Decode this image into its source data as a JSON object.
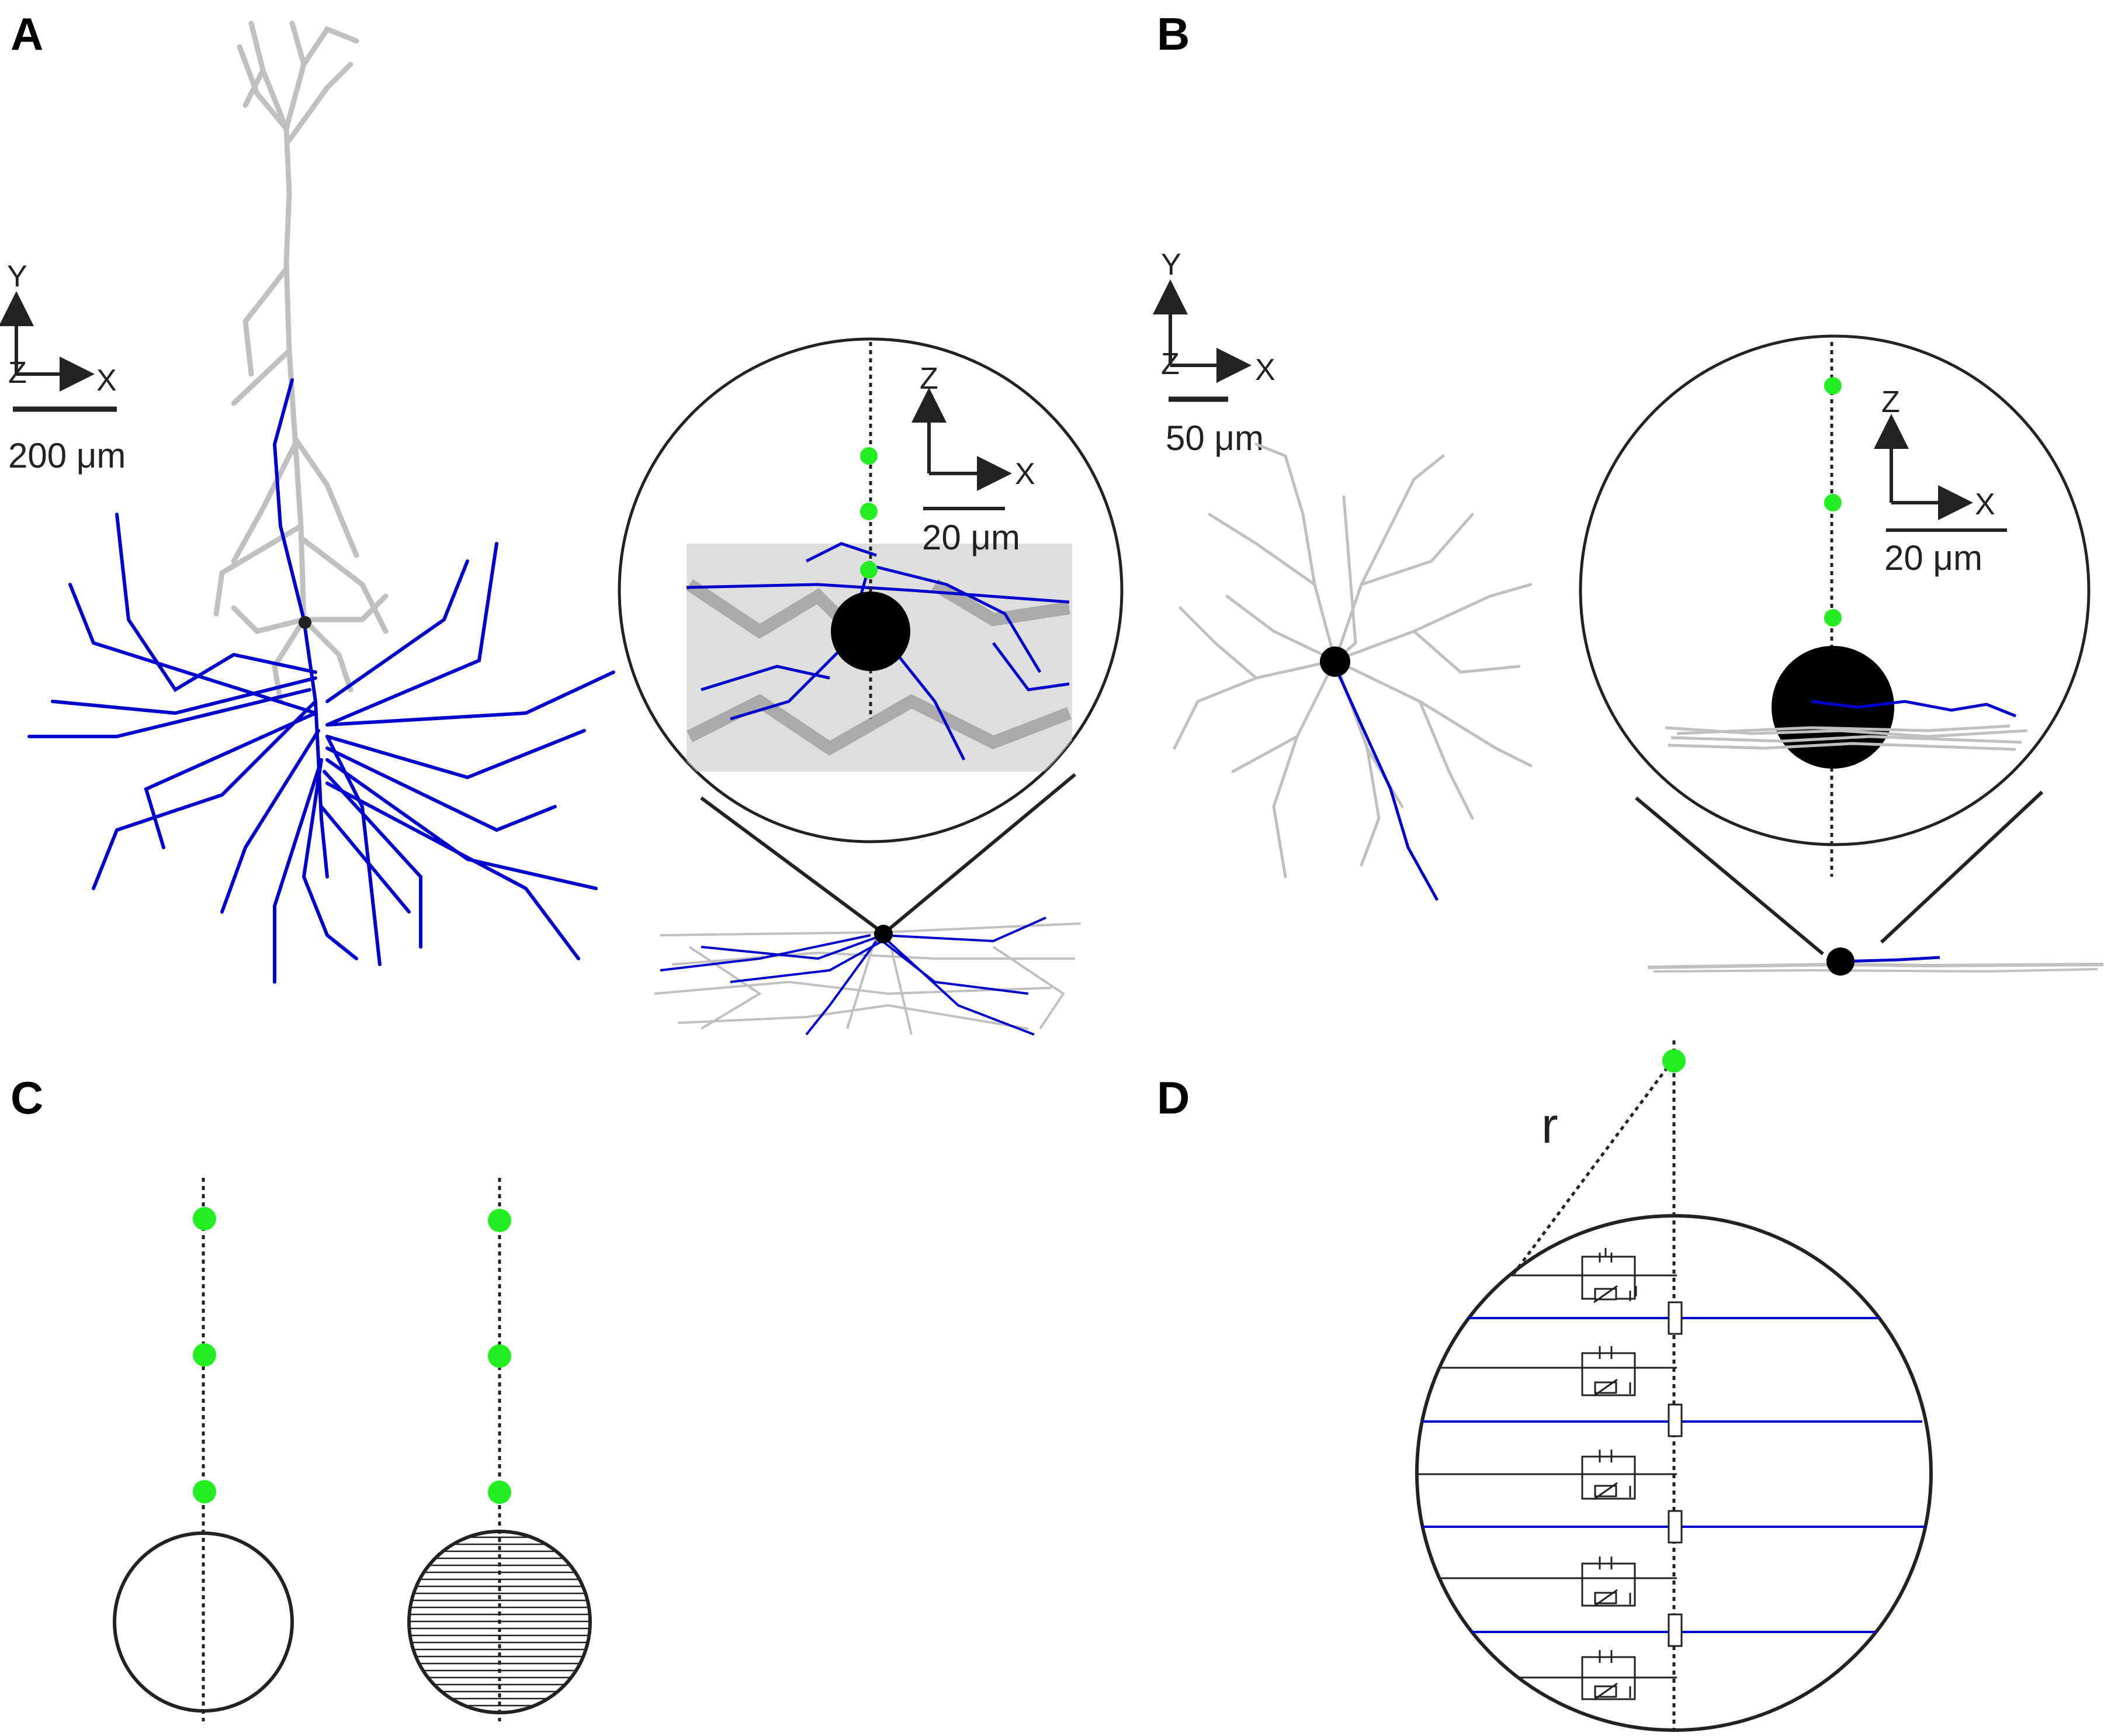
{
  "panels": {
    "A": {
      "label": "A",
      "axis_y": "Y",
      "axis_x": "X",
      "axis_z": "Z",
      "scale_bar": "200 μm",
      "inset": {
        "axis_z": "Z",
        "axis_x": "X",
        "scale_bar": "20 μm"
      }
    },
    "B": {
      "label": "B",
      "axis_y": "Y",
      "axis_x": "X",
      "axis_z": "Z",
      "scale_bar": "50 μm",
      "inset": {
        "axis_z": "Z",
        "axis_x": "X",
        "scale_bar": "20 μm"
      }
    },
    "C": {
      "label": "C"
    },
    "D": {
      "label": "D",
      "distance_label": "r"
    }
  },
  "colors": {
    "dendrite": "#c0c0c0",
    "axon": "#0000cc",
    "electrode": "#22ee22",
    "soma": "#000000",
    "outline": "#222222"
  },
  "icons": [
    "arrow-icon",
    "electrode-icon",
    "capacitor-icon",
    "resistor-icon"
  ]
}
